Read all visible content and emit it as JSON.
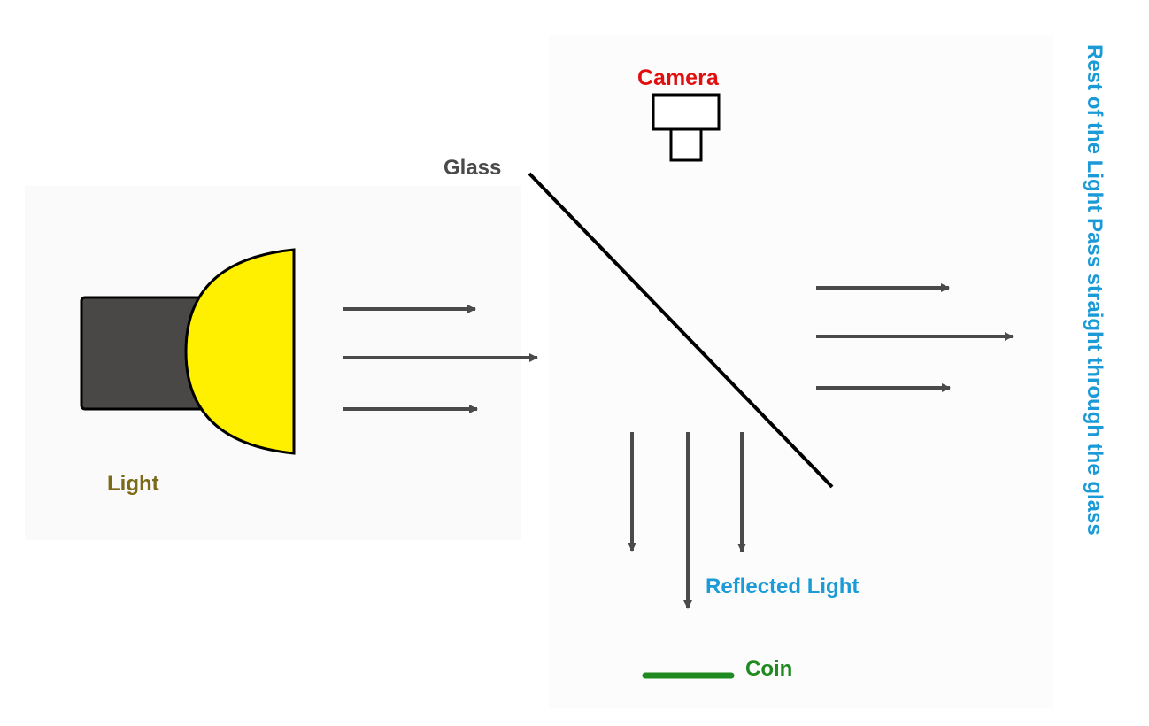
{
  "labels": {
    "camera": "Camera",
    "glass": "Glass",
    "light": "Light",
    "reflected_light": "Reflected Light",
    "coin": "Coin",
    "transmitted": "Rest of the Light Pass straight through the glass"
  },
  "colors": {
    "camera": "#e01010",
    "glass": "#4a4a4a",
    "light": "#7a6a1a",
    "reflected_light": "#1a9ad6",
    "coin": "#1f8a1f",
    "transmitted": "#1a9ad6",
    "lamp_body": "#4a4846",
    "lamp_bulb": "#fff000",
    "arrow": "#4a4a4a"
  }
}
